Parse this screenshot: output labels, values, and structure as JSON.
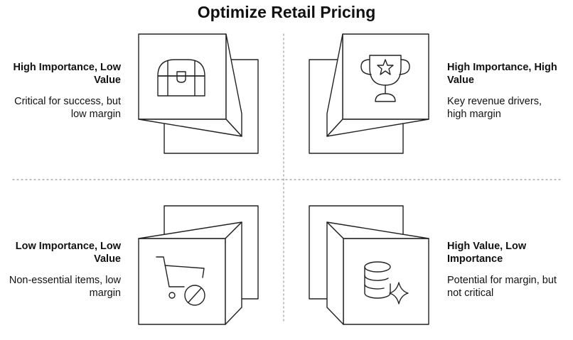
{
  "title": "Optimize Retail Pricing",
  "quadrants": [
    {
      "id": "top-left",
      "heading": "High Importance, Low Value",
      "description": "Critical for success, but low margin",
      "icon": "treasure-chest-icon"
    },
    {
      "id": "top-right",
      "heading": "High Importance, High Value",
      "description": "Key revenue drivers, high margin",
      "icon": "trophy-icon"
    },
    {
      "id": "bottom-left",
      "heading": "Low Importance, Low Value",
      "description": "Non-essential items, low margin",
      "icon": "cart-blocked-icon"
    },
    {
      "id": "bottom-right",
      "heading": "High Value, Low Importance",
      "description": "Potential for margin, but not critical",
      "icon": "database-sparkle-icon"
    }
  ],
  "colors": {
    "stroke": "#222222",
    "divider": "#999999",
    "text": "#111111"
  }
}
